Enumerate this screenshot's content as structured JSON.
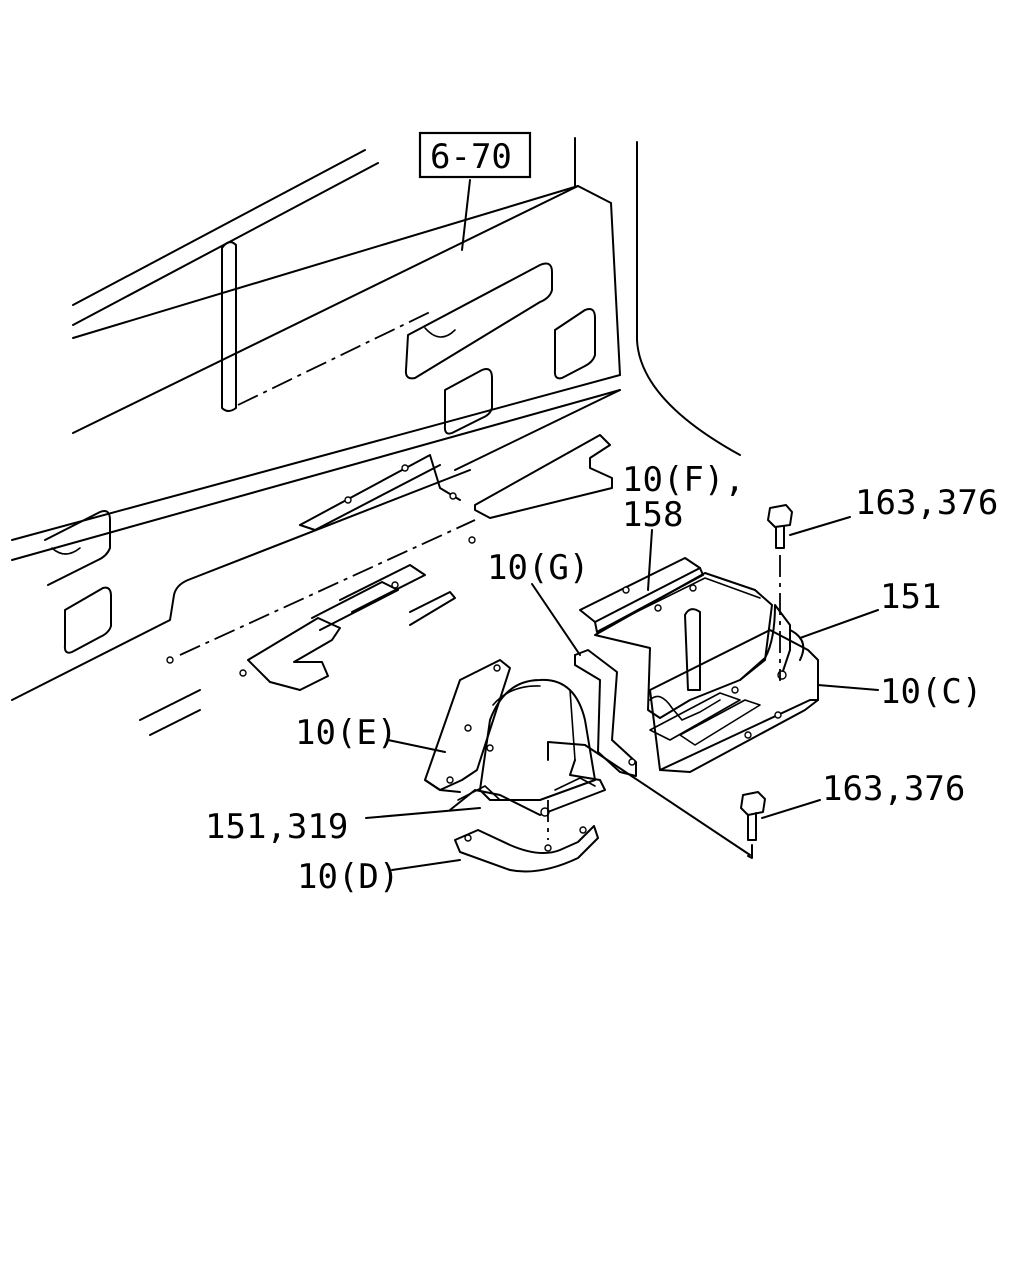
{
  "diagram": {
    "reference_box": "6-70",
    "callouts": [
      {
        "id": "f158_a",
        "text": "10(F),"
      },
      {
        "id": "f158_b",
        "text": "158"
      },
      {
        "id": "g",
        "text": "10(G)"
      },
      {
        "id": "bolt_top",
        "text": "163,376"
      },
      {
        "id": "p151",
        "text": "151"
      },
      {
        "id": "c",
        "text": "10(C)"
      },
      {
        "id": "e",
        "text": "10(E)"
      },
      {
        "id": "bolt_bottom",
        "text": "163,376"
      },
      {
        "id": "p151_319",
        "text": "151,319"
      },
      {
        "id": "d",
        "text": "10(D)"
      }
    ]
  }
}
